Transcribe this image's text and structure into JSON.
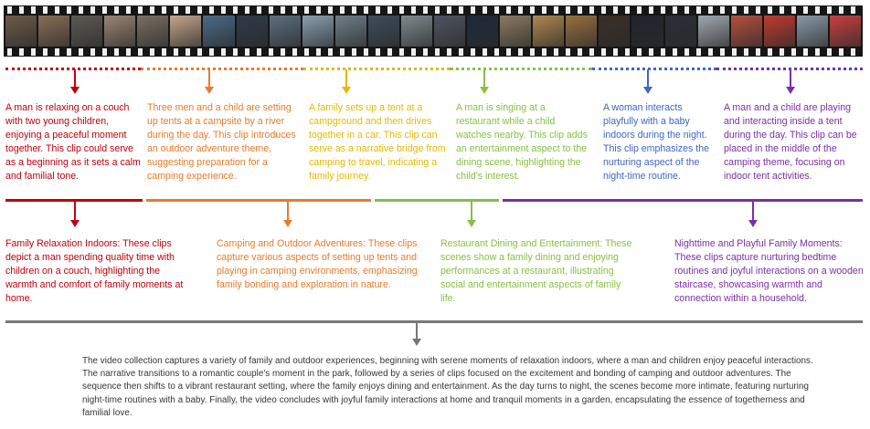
{
  "colors": {
    "red": "#c0000b",
    "orange": "#ea7a2a",
    "yellow": "#e6b800",
    "lightgreen": "#86c143",
    "blue": "#3d66c5",
    "purple": "#7a2ea7",
    "gray": "#777777"
  },
  "frame_colors": [
    "#6b5b4a",
    "#8a6e58",
    "#5d5a55",
    "#9b8573",
    "#7a6f63",
    "#c4a68c",
    "#4a6a8a",
    "#2f3a48",
    "#5c6f7e",
    "#8aa0b3",
    "#6f7f88",
    "#3e4c5a",
    "#7e8a90",
    "#4e5560",
    "#1e2a3a",
    "#8c7a60",
    "#b08850",
    "#9a7040",
    "#3a2f28",
    "#20242c",
    "#2a2e36",
    "#a0a8b0",
    "#b85040",
    "#c03a30",
    "#8a9aa8",
    "#c84040"
  ],
  "clips": [
    {
      "text": "A man is relaxing on a couch with two young children, enjoying a peaceful moment together. This clip could serve as a beginning as it sets a calm and familial tone."
    },
    {
      "text": "Three men and a child are setting up tents at a campsite by a river during the day. This clip introduces an outdoor adventure theme, suggesting preparation for a camping experience."
    },
    {
      "text": "A family sets up a tent at a campground and then drives together in a car. This clip can serve as a narrative bridge from camping to travel, indicating a family journey."
    },
    {
      "text": "A man is singing at a restaurant while a child watches nearby. This clip adds an entertainment aspect to the dining scene, highlighting the child's interest."
    },
    {
      "text": "A woman interacts playfully with a baby indoors during the night. This clip emphasizes the nurturing aspect of the night-time routine."
    },
    {
      "text": "A man and a child are playing and interacting inside a tent during the day. This clip can be placed in the middle of the camping theme, focusing on indoor tent activities."
    }
  ],
  "categories": [
    {
      "text": "Family Relaxation Indoors: These clips depict a man spending quality time with children on a couch, highlighting the warmth and comfort of family moments at home."
    },
    {
      "text": "Camping and Outdoor Adventures: These clips capture various aspects of setting up tents and playing in camping environments, emphasizing family bonding and exploration in nature."
    },
    {
      "text": "Restaurant Dining and Entertainment: These scenes show a family dining and enjoying performances at a restaurant, illustrating social and entertainment aspects of family life."
    },
    {
      "text": "Nighttime and Playful Family Moments: These clips capture nurturing bedtime routines and joyful interactions on a wooden staircase, showcasing warmth and connection within a household."
    }
  ],
  "summary": "The video collection captures a variety of family and outdoor experiences, beginning with serene moments of relaxation indoors, where a man and children enjoy peaceful interactions. The narrative transitions to a romantic couple's moment in the park, followed by a series of clips focused on the excitement and bonding of camping and outdoor adventures. The sequence then shifts to a vibrant restaurant setting, where the family enjoys dining and entertainment. As the day turns to night, the scenes become more intimate, featuring nurturing night-time routines with a baby. Finally, the video concludes with joyful family interactions at home and tranquil moments in a garden, encapsulating the essence of togetherness and familial love."
}
